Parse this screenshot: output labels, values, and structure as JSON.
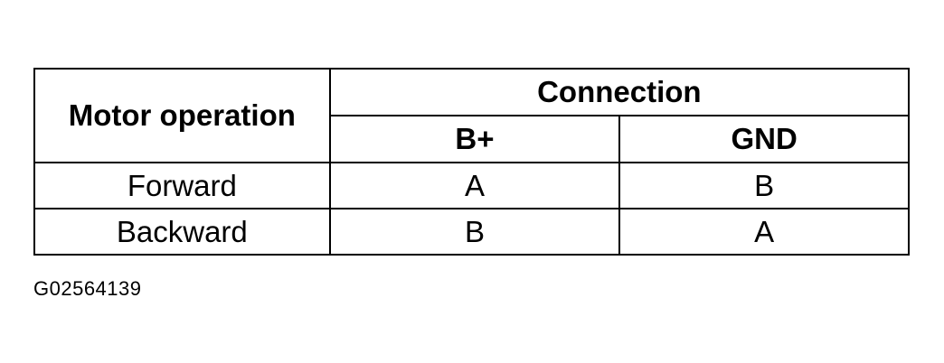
{
  "table": {
    "headers": {
      "motor_operation": "Motor operation",
      "connection": "Connection",
      "b_plus": "B+",
      "gnd": "GND"
    },
    "rows": [
      {
        "operation": "Forward",
        "b_plus": "A",
        "gnd": "B"
      },
      {
        "operation": "Backward",
        "b_plus": "B",
        "gnd": "A"
      }
    ]
  },
  "figure_id": "G02564139"
}
